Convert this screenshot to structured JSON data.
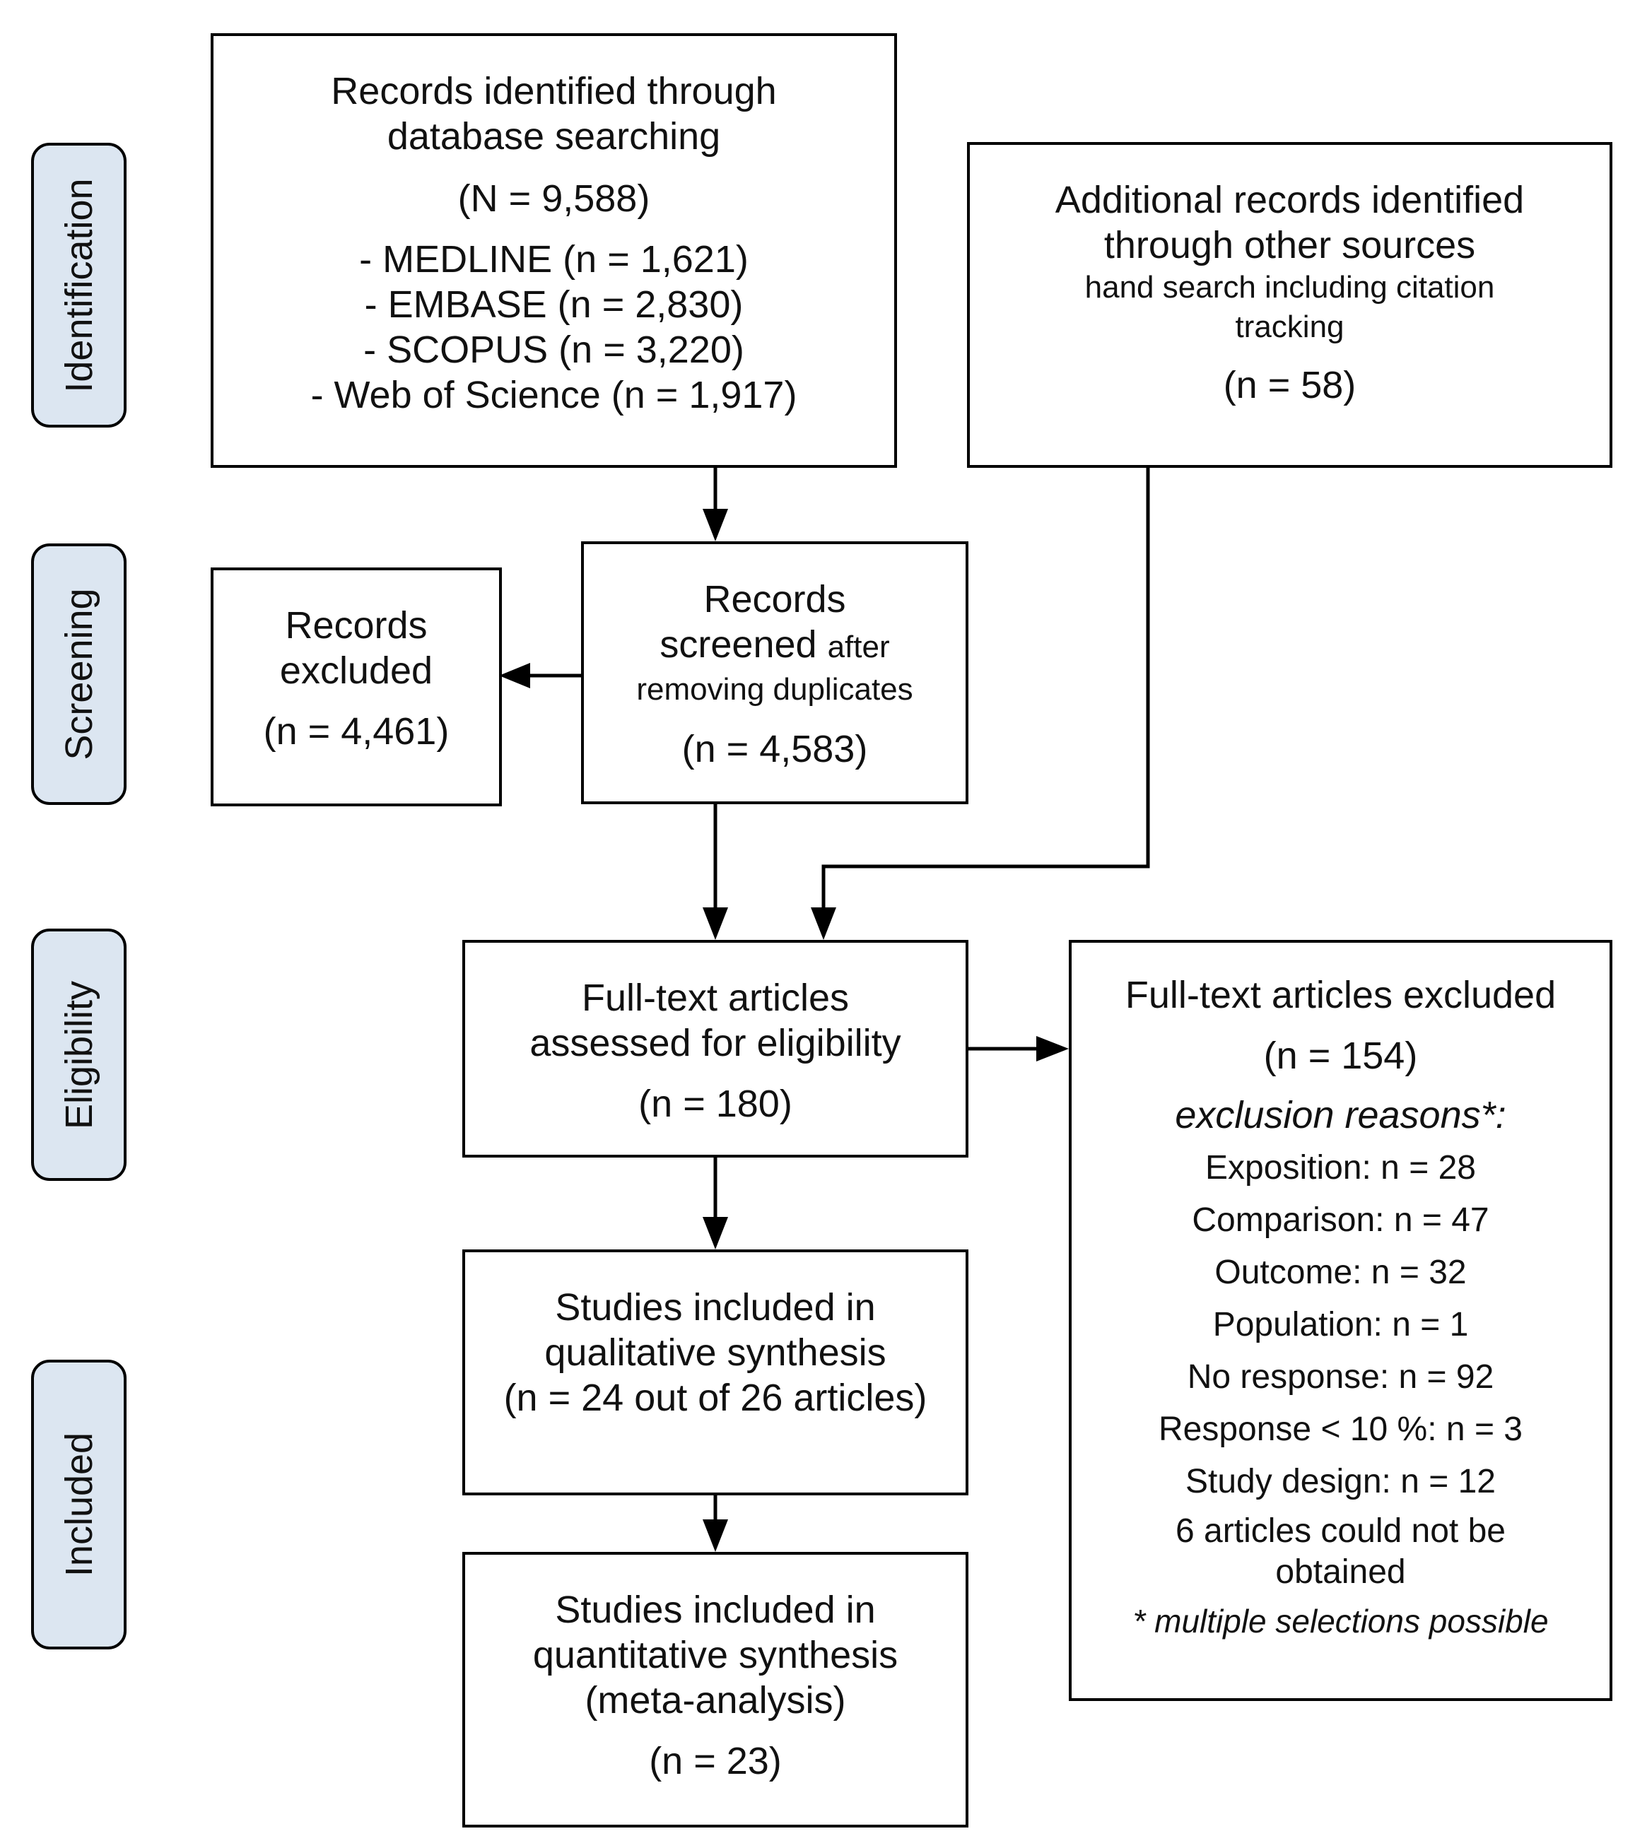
{
  "stages": {
    "identification": "Identification",
    "screening": "Screening",
    "eligibility": "Eligibility",
    "included": "Included"
  },
  "database_search": {
    "title_line1": "Records identified through",
    "title_line2": "database searching",
    "total": "(N = 9,588)",
    "sources": [
      "- MEDLINE (n = 1,621)",
      "- EMBASE (n = 2,830)",
      "- SCOPUS (n = 3,220)",
      "- Web of Science (n = 1,917)"
    ]
  },
  "other_sources": {
    "title_line1": "Additional records identified",
    "title_line2": "through other sources",
    "sub_line1": "hand search including citation",
    "sub_line2": "tracking",
    "count": "(n = 58)"
  },
  "records_excluded": {
    "line1": "Records",
    "line2": "excluded",
    "count": "(n = 4,461)"
  },
  "records_screened": {
    "line1": "Records",
    "line2_main": "screened",
    "line2_small": "after",
    "line3": "removing duplicates",
    "count": "(n = 4,583)"
  },
  "fulltext_assessed": {
    "line1": "Full-text articles",
    "line2": "assessed for eligibility",
    "count": "(n = 180)"
  },
  "fulltext_excluded": {
    "title": "Full-text articles excluded",
    "count": "(n = 154)",
    "reasons_heading": "exclusion reasons*:",
    "reasons": [
      "Exposition: n = 28",
      "Comparison: n = 47",
      "Outcome: n = 32",
      "Population: n = 1",
      "No response: n = 92",
      "Response < 10 %: n = 3",
      "Study design: n = 12"
    ],
    "not_obtained_line1": "6 articles could not be",
    "not_obtained_line2": "obtained",
    "footnote": "* multiple selections possible"
  },
  "qualitative": {
    "line1": "Studies included in",
    "line2": "qualitative synthesis",
    "line3": "(n = 24 out of 26 articles)"
  },
  "quantitative": {
    "line1": "Studies included in",
    "line2": "quantitative synthesis",
    "line3": "(meta-analysis)",
    "count": "(n = 23)"
  }
}
